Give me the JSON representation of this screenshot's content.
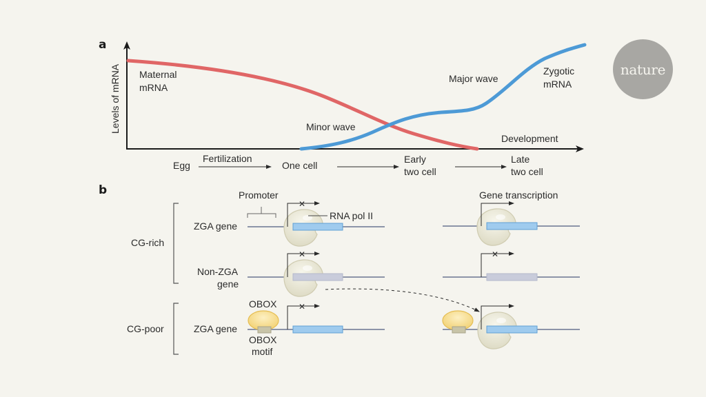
{
  "logo": {
    "text": "nature"
  },
  "panel_a": {
    "panel_label": "a",
    "y_axis_label": "Levels of mRNA",
    "x_axis_label": "Development",
    "curves": [
      {
        "name": "Maternal mRNA",
        "label_line1": "Maternal",
        "label_line2": "mRNA",
        "color": "#e06666"
      },
      {
        "name": "Zygotic mRNA",
        "label_line1": "Zygotic",
        "label_line2": "mRNA",
        "color": "#4d9ad6"
      }
    ],
    "annotations": {
      "minor_wave": "Minor wave",
      "major_wave": "Major wave"
    },
    "stages": {
      "egg": "Egg",
      "fertilization": "Fertilization",
      "one_cell": "One cell",
      "early_two_cell_line1": "Early",
      "early_two_cell_line2": "two cell",
      "late_two_cell_line1": "Late",
      "late_two_cell_line2": "two cell"
    }
  },
  "panel_b": {
    "panel_label": "b",
    "groups": {
      "cg_rich": "CG-rich",
      "cg_poor": "CG-poor"
    },
    "genes": {
      "zga_gene": "ZGA gene",
      "non_zga_line1": "Non-ZGA",
      "non_zga_line2": "gene"
    },
    "labels": {
      "promoter": "Promoter",
      "rna_pol_ii": "RNA pol II",
      "gene_transcription": "Gene transcription",
      "obox": "OBOX",
      "obox_motif_line1": "OBOX",
      "obox_motif_line2": "motif"
    },
    "colors": {
      "zga_gene_block": "#9fcbee",
      "non_zga_gene_block": "#c9ccdb",
      "dna_line": "#8c94a8",
      "polymerase": "#e6e4d2",
      "obox_protein": "#f6d98a",
      "obox_motif": "#c8c4a8"
    }
  }
}
